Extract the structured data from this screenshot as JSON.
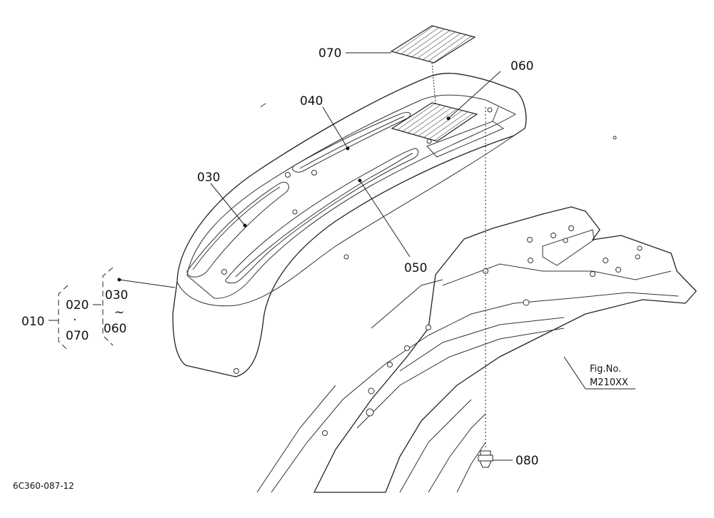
{
  "diagram": {
    "callouts": {
      "c010": "010",
      "c020": "020",
      "c030": "030",
      "c040": "040",
      "c050": "050",
      "c060": "060",
      "c070": "070",
      "c080": "080",
      "group_a_bottom": "070",
      "group_a_sep": "·",
      "group_b_top": "030",
      "group_b_sep": "~",
      "group_b_bottom": "060"
    },
    "figure_ref": {
      "line1": "Fig.No.",
      "line2": "M210XX"
    },
    "drawing_number": "6C360-087-12"
  }
}
